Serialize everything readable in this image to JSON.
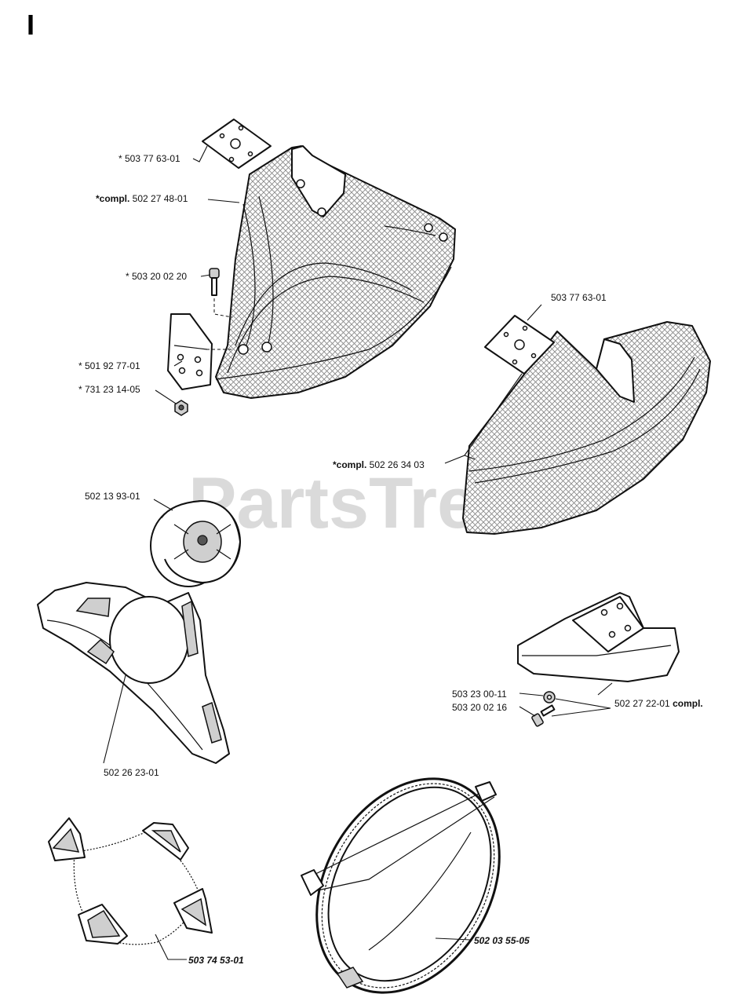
{
  "section": "I",
  "watermark": "PartsTre",
  "labels": {
    "p1": "* 503 77 63-01",
    "p2": "*compl. 502 27 48-01",
    "p3": "* 503 20 02 20",
    "p4": "* 501 92 77-01",
    "p5": "* 731 23 14-05",
    "p6": "503 77 63-01",
    "p7": "*compl. 502 26 34 03",
    "p8": "502 13 93-01",
    "p9": "502 26 23-01",
    "p10": "503 23 00-11",
    "p11": "503 20 02 16",
    "p12": "502 27 22-01 compl.",
    "p13": "503 74 53-01",
    "p14": "502 03 55-05"
  }
}
